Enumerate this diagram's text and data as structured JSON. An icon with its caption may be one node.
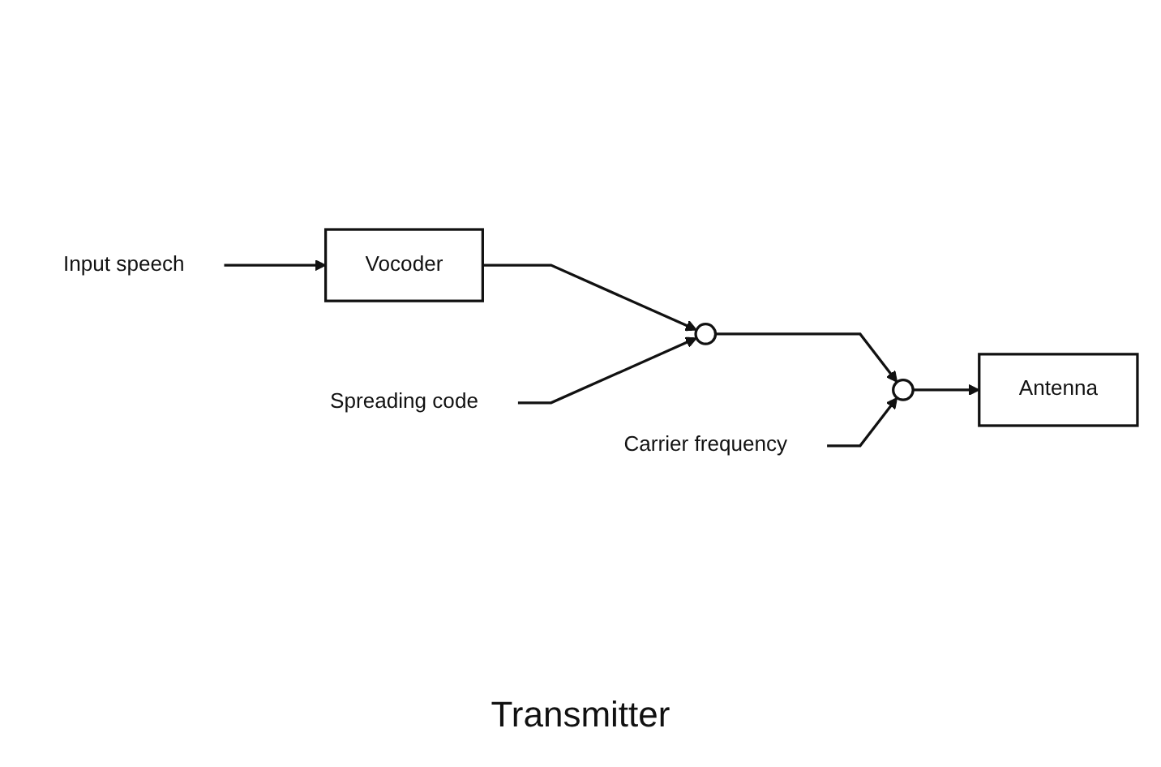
{
  "diagram": {
    "caption": "Transmitter",
    "nodes": [
      {
        "text": [
          "Input speech"
        ]
      },
      {
        "text": [
          "Vocoder"
        ]
      },
      {
        "text": [],
        "shape": "circle"
      },
      {
        "text": [
          "Spreading code"
        ]
      },
      {
        "text": [],
        "shape": "circle"
      },
      {
        "text": [
          "Carrier frequency"
        ]
      },
      {
        "text": [
          "Antenna"
        ]
      }
    ],
    "edges": [
      {
        "from": 0,
        "to": 1,
        "arrow": "to"
      },
      {
        "from": 1,
        "to": 2,
        "arrow": "to"
      },
      {
        "from": 3,
        "to": 2,
        "arrow": "to"
      },
      {
        "from": 2,
        "to": 4,
        "arrow": "to"
      },
      {
        "from": 5,
        "to": 4,
        "arrow": "to"
      },
      {
        "from": 4,
        "to": 6,
        "arrow": "to"
      }
    ]
  }
}
